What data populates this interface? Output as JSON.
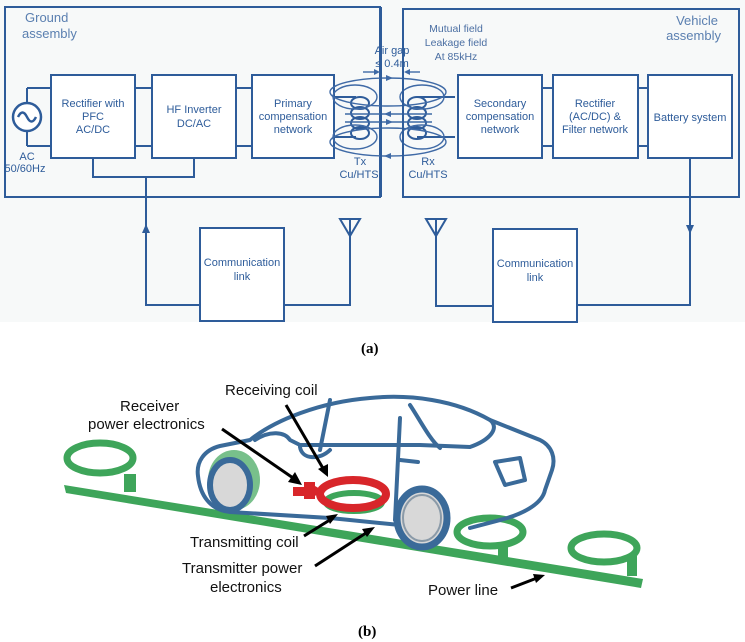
{
  "figure_a": {
    "caption": "(a)",
    "ground_assembly": {
      "label_line1": "Ground",
      "label_line2": "assembly"
    },
    "vehicle_assembly": {
      "label_line1": "Vehicle",
      "label_line2": "assembly"
    },
    "ac_source": {
      "icon": "ac-source-icon",
      "label_line1": "AC",
      "label_line2": "50/60Hz"
    },
    "blocks": {
      "rectifier_pfc": [
        "Rectifier with",
        "PFC",
        "AC/DC"
      ],
      "hf_inverter": [
        "HF Inverter",
        "DC/AC"
      ],
      "primary_comp": [
        "Primary",
        "compensation",
        "network"
      ],
      "secondary_comp": [
        "Secondary",
        "compensation",
        "network"
      ],
      "rectifier_filter": [
        "Rectifier",
        "(AC/DC) &",
        "Filter network"
      ],
      "battery": [
        "Battery system"
      ],
      "comm_left": [
        "Communication",
        "link"
      ],
      "comm_right": [
        "Communication",
        "link"
      ]
    },
    "air_gap": {
      "line1": "Air gap",
      "line2": "≤ 0.4m"
    },
    "field": {
      "line1": "Mutual field",
      "line2": "Leakage field",
      "line3": "At 85kHz"
    },
    "tx_coil": {
      "line1": "Tx",
      "line2": "Cu/HTS"
    },
    "rx_coil": {
      "line1": "Rx",
      "line2": "Cu/HTS"
    },
    "colors": {
      "line": "#2e5c9a",
      "panel_bg": "#f7f9f9"
    }
  },
  "figure_b": {
    "caption": "(b)",
    "labels": {
      "receiving_coil": "Receiving coil",
      "receiver_pe_line1": "Receiver",
      "receiver_pe_line2": "power electronics",
      "transmitting_coil": "Transmitting coil",
      "transmitter_pe_line1": "Transmitter power",
      "transmitter_pe_line2": "electronics",
      "power_line": "Power line"
    },
    "colors": {
      "car": "#3a6a99",
      "ground_coil": "#3ea55a",
      "receiving_coil": "#d8262a"
    }
  }
}
